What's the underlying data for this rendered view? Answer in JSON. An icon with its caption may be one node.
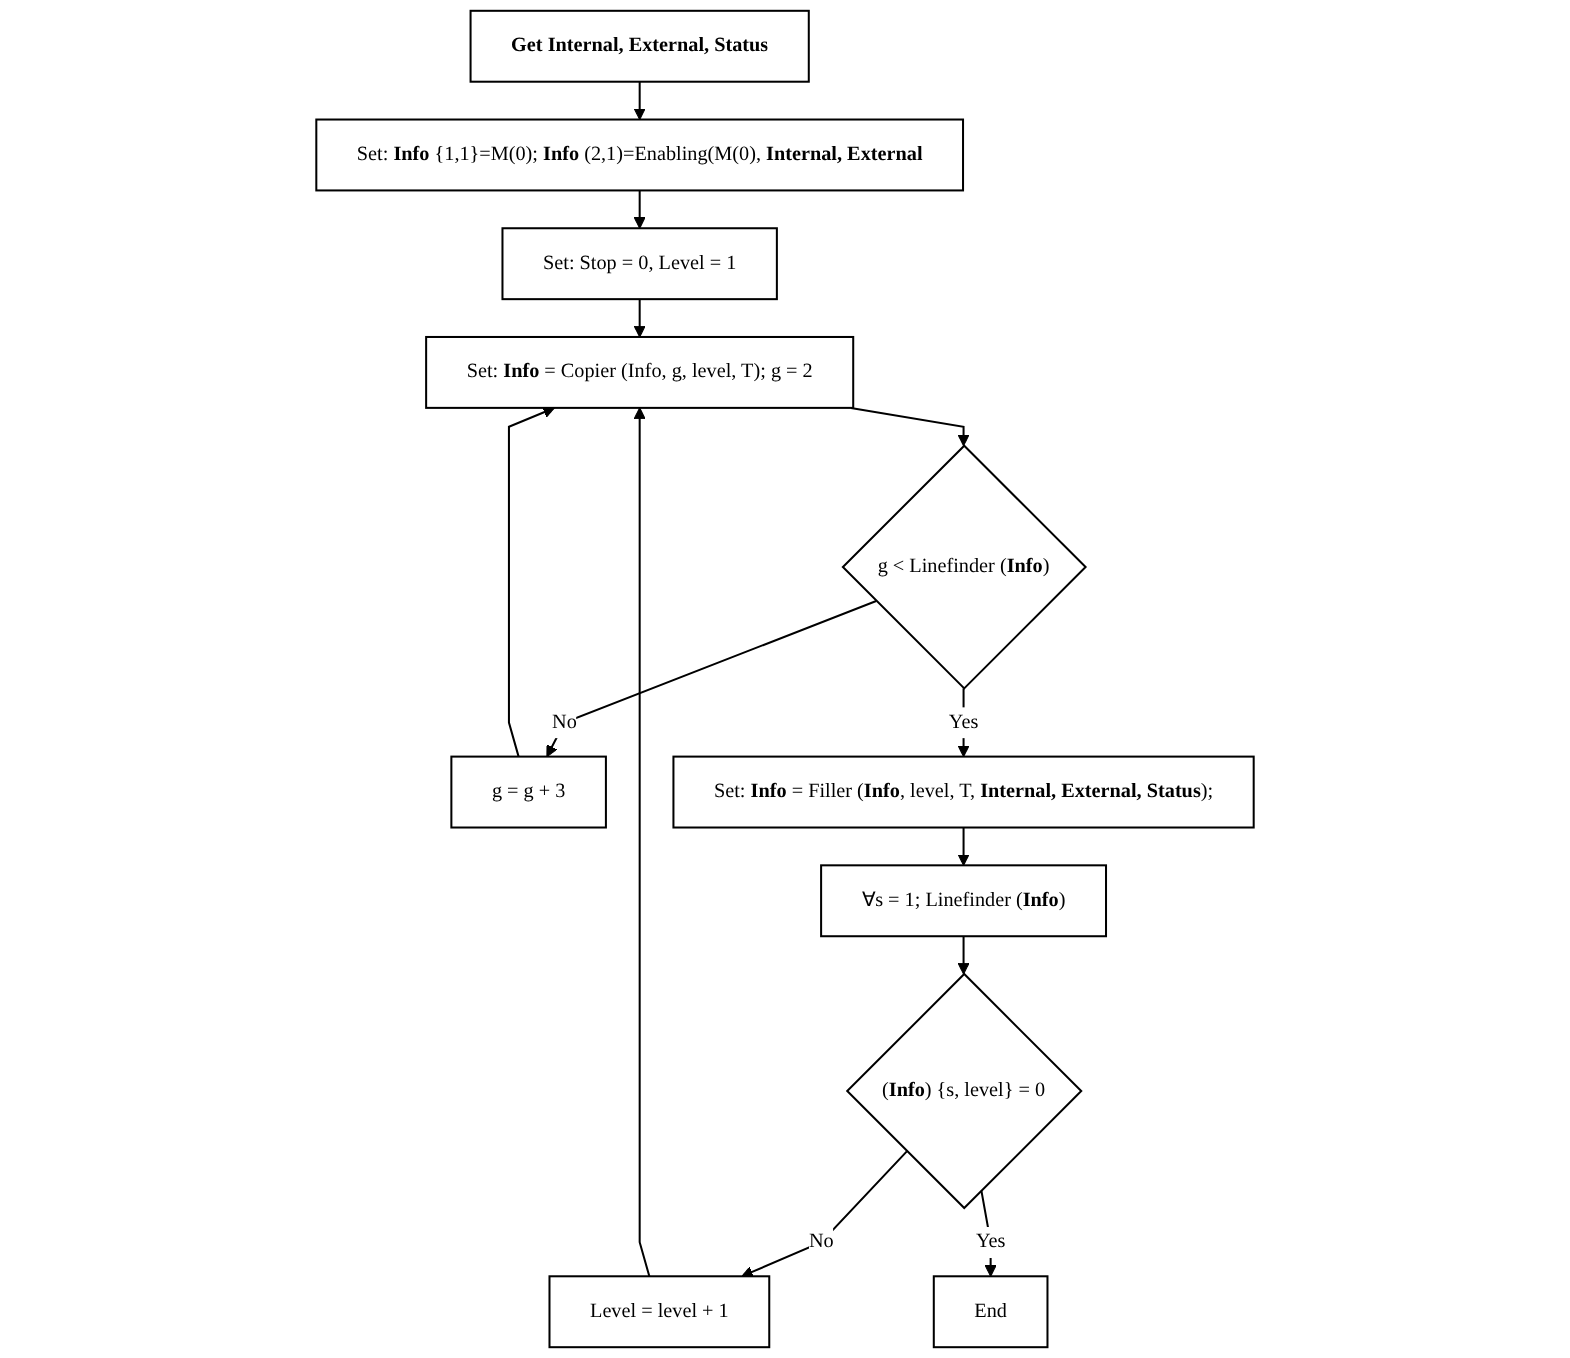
{
  "diagram": {
    "nodes": [
      {
        "text": [
          "Get Internal, External, Status"
        ]
      },
      {
        "text": [
          "Set: **Info** {1,1}=M(0); **Info** (2,1)=Enabling(M(0), **Internal, External**"
        ]
      },
      {
        "text": [
          "Set: Stop = 0, Level = 1"
        ]
      },
      {
        "text": [
          "Set: **Info** = Copier (Info, g, level, T); g = 2"
        ]
      },
      {
        "text": [
          "g < Linefinder (**Info**)"
        ]
      },
      {
        "text": [
          "g = g + 3"
        ]
      },
      {
        "text": [
          "Set: **Info** = Filler (**Info**, level, T, **Internal, External, Status**);"
        ]
      },
      {
        "text": [
          "∀s = 1; Linefinder (**Info**)"
        ]
      },
      {
        "text": [
          "(**Info**) {s, level} = 0"
        ]
      },
      {
        "text": [
          "Level = level + 1"
        ]
      },
      {
        "text": [
          "End"
        ]
      }
    ],
    "edges": [
      {
        "from": 0,
        "to": 1,
        "arrow": "to"
      },
      {
        "from": 1,
        "to": 2,
        "arrow": "to"
      },
      {
        "from": 2,
        "to": 3,
        "arrow": "to"
      },
      {
        "from": 3,
        "to": 4,
        "arrow": "to"
      },
      {
        "from": 4,
        "to": 5,
        "arrow": "to",
        "label": "No"
      },
      {
        "from": 5,
        "to": 3,
        "arrow": "to"
      },
      {
        "from": 4,
        "to": 6,
        "arrow": "to",
        "label": "Yes"
      },
      {
        "from": 6,
        "to": 7,
        "arrow": "to"
      },
      {
        "from": 7,
        "to": 8,
        "arrow": "to"
      },
      {
        "from": 8,
        "to": 9,
        "arrow": "to",
        "label": "No"
      },
      {
        "from": 9,
        "to": 3,
        "arrow": "to"
      },
      {
        "from": 8,
        "to": 10,
        "arrow": "to",
        "label": "Yes"
      }
    ]
  }
}
